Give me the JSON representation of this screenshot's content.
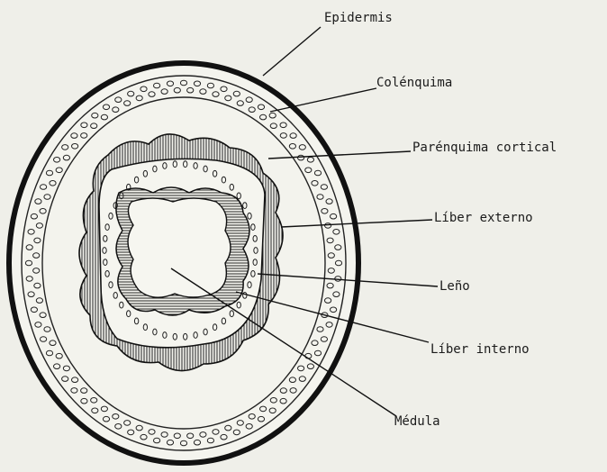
{
  "figure": {
    "background": "#efefe9",
    "ink": "#1b1b1b",
    "labels": {
      "epidermis": "Epidermis",
      "colenquima": "Colénquima",
      "parenquima_cortical": "Parénquima cortical",
      "liber_externo": "Líber externo",
      "leno": "Leño",
      "liber_interno": "Líber interno",
      "medula": "Médula"
    }
  }
}
